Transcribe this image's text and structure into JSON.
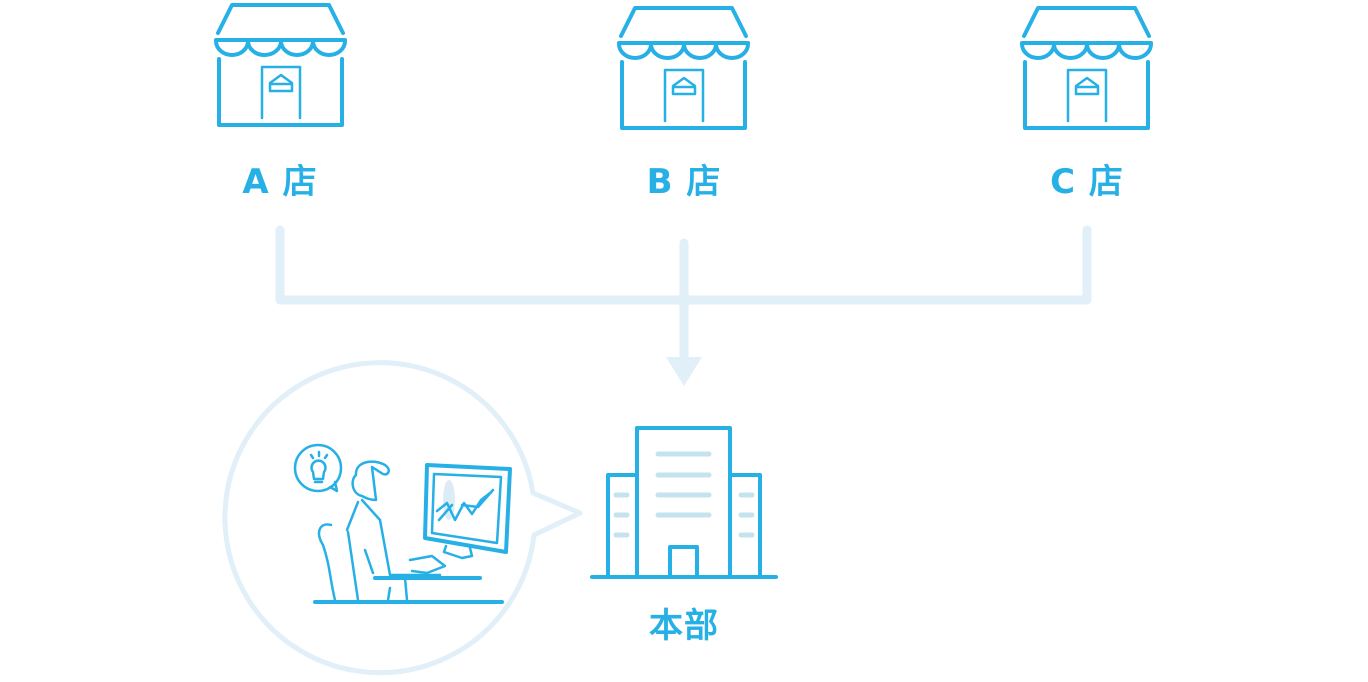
{
  "stores": [
    {
      "label": "A 店",
      "icon": "store-icon"
    },
    {
      "label": "B 店",
      "icon": "store-icon"
    },
    {
      "label": "C 店",
      "icon": "store-icon"
    }
  ],
  "headquarters": {
    "label": "本部",
    "icon": "office-building-icon"
  },
  "illustration": {
    "icon": "person-analyzing-chart-icon"
  },
  "colors": {
    "primary": "#27b0e6",
    "connector": "#e1eff8",
    "window": "#c5e3ee"
  }
}
